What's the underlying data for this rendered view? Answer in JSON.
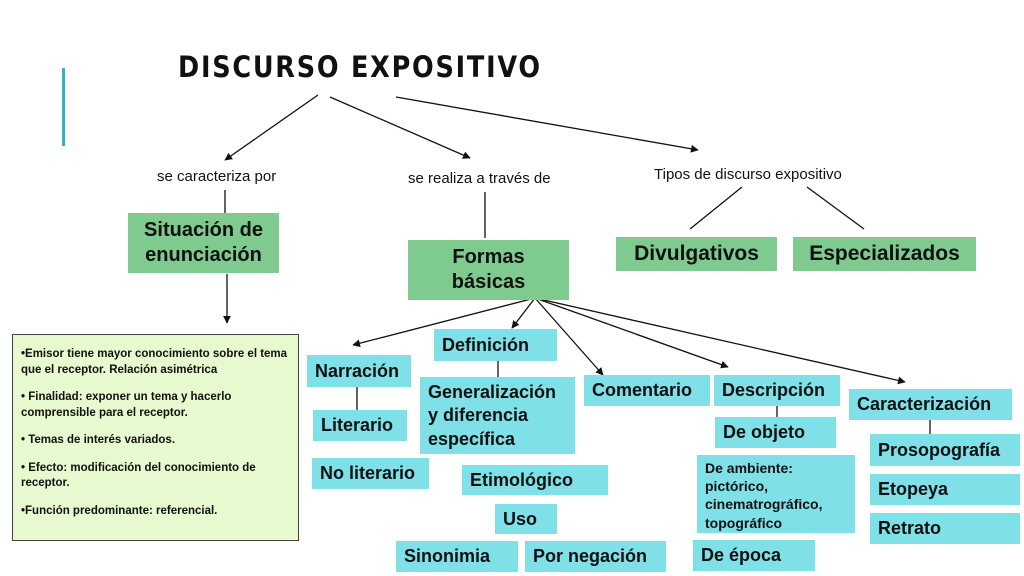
{
  "title": "DISCURSO EXPOSITIVO",
  "labels": {
    "characterized": "se caracteriza por",
    "realized": "se realiza a través de",
    "types": "Tipos de discurso expositivo"
  },
  "boxes": {
    "situacion": "Situación de enunciación",
    "formas": "Formas básicas",
    "divulgativos": "Divulgativos",
    "especializados": "Especializados",
    "definicion": "Definición",
    "narracion": "Narración",
    "literario": "Literario",
    "no_literario": "No literario",
    "generalizacion": "Generalización y diferencia específica",
    "etimologico": "Etimológico",
    "uso": "Uso",
    "sinonimia": "Sinonimia",
    "por_negacion": "Por negación",
    "comentario": "Comentario",
    "descripcion": "Descripción",
    "de_objeto": "De objeto",
    "de_ambiente": "De ambiente: pictórico, cinematrográfico, topográfico",
    "de_epoca": "De época",
    "caracterizacion": "Caracterización",
    "prosopografia": "Prosopografía",
    "etopeya": "Etopeya",
    "retrato": "Retrato"
  },
  "notes": [
    "•Emisor tiene mayor conocimiento sobre el tema que el receptor. Relación asimétrica",
    "• Finalidad: exponer un tema y hacerlo comprensible para el receptor.",
    "• Temas de interés variados.",
    "• Efecto: modificación del conocimiento de receptor.",
    "•Función predominante: referencial."
  ],
  "colors": {
    "green_box": "#7fca8f",
    "cyan_box": "#7fe0e8",
    "notes_box": "#e6f9cf",
    "accent": "#3ab0c8"
  }
}
